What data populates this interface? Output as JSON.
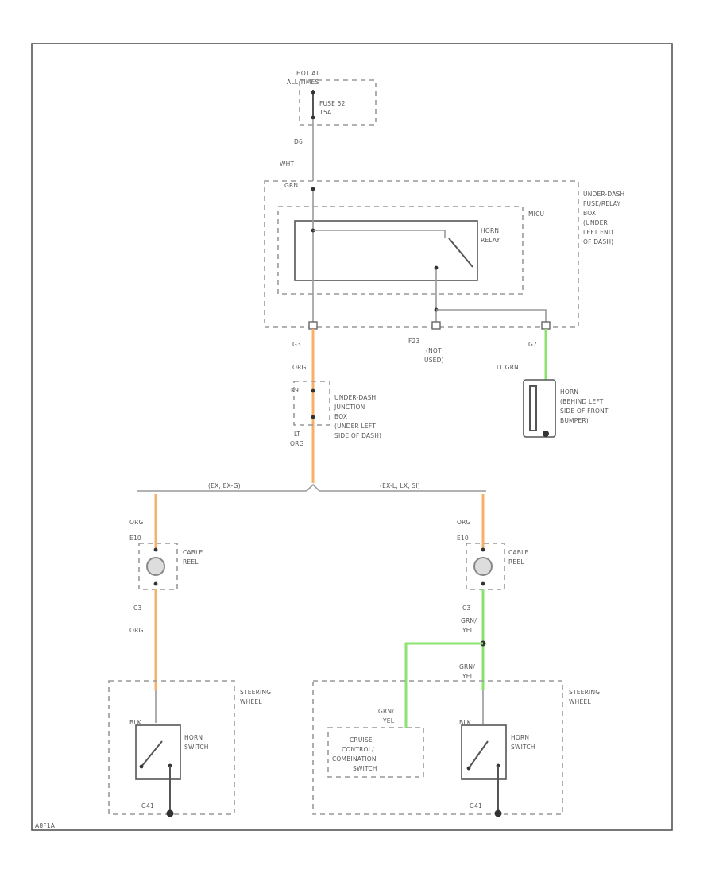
{
  "labels": {
    "hot_at_1": "HOT AT",
    "hot_at_2": "ALL TIMES",
    "fuse_1": "FUSE 52",
    "fuse_2": "15A",
    "d6": "D6",
    "wht": "WHT",
    "grn": "GRN",
    "box_1": "UNDER-DASH",
    "box_2": "FUSE/RELAY",
    "box_3": "BOX",
    "box_4": "(UNDER",
    "box_5": "LEFT END",
    "box_6": "OF DASH)",
    "micu": "MICU",
    "relay_1": "HORN",
    "relay_2": "RELAY",
    "g3": "G3",
    "org1": "ORG",
    "f23": "F23",
    "f23_w1": "(NOT",
    "f23_w2": "USED)",
    "g7": "G7",
    "lt_grn": "LT GRN",
    "horn_1": "HORN",
    "horn_2": "(BEHIND LEFT",
    "horn_3": "SIDE OF FRONT",
    "horn_4": "BUMPER)",
    "k9": "K9",
    "jb_1": "UNDER-DASH",
    "jb_2": "JUNCTION",
    "jb_3": "BOX",
    "jb_4": "(UNDER LEFT",
    "jb_5": "SIDE OF DASH)",
    "lt_1": "LT",
    "lt_2": "ORG",
    "ex_left": "(EX, EX-G)",
    "ex_right": "(EX-L, LX, SI)",
    "left": {
      "org_top": "ORG",
      "e10": "E10",
      "reel_1": "CABLE",
      "reel_2": "REEL",
      "c3": "C3",
      "org_bottom": "ORG",
      "blk": "BLK",
      "sw_1": "HORN",
      "sw_2": "SWITCH",
      "sw_box_1": "STEERING",
      "sw_box_2": "WHEEL",
      "g_bottom": "G41"
    },
    "right": {
      "org_top": "ORG",
      "e10": "E10",
      "reel_1": "CABLE",
      "reel_2": "REEL",
      "c3": "C3",
      "grn_yel_1a": "GRN/",
      "grn_yel_1b": "YEL",
      "grn_yel_2a": "GRN/",
      "grn_yel_2b": "YEL",
      "grn_yel_3a": "GRN/",
      "grn_yel_3b": "YEL",
      "blk": "BLK",
      "cc_1": "CRUISE",
      "cc_2": "CONTROL/",
      "cc_3": "COMBINATION",
      "cc_4": "SWITCH",
      "sw_1": "HORN",
      "sw_2": "SWITCH",
      "sw_box_1": "STEERING",
      "sw_box_2": "WHEEL",
      "g_bottom": "G41"
    },
    "footer": "A8F1A"
  },
  "colors": {
    "orange_wire": "#f7b06a",
    "green_wire": "#8be26f",
    "gray_wire": "#999999"
  }
}
